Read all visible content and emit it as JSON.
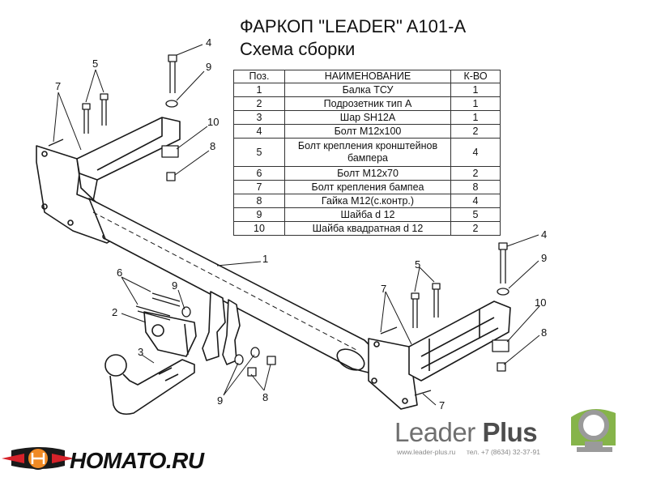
{
  "header": {
    "title": "ФАРКОП \"LEADER\" A101-A",
    "subtitle": "Схема сборки"
  },
  "parts_table": {
    "columns": [
      "Поз.",
      "НАИМЕНОВАНИЕ",
      "К-ВО"
    ],
    "rows": [
      {
        "pos": "1",
        "name": "Балка ТСУ",
        "qty": "1"
      },
      {
        "pos": "2",
        "name": "Подрозетник тип А",
        "qty": "1"
      },
      {
        "pos": "3",
        "name": "Шар SH12A",
        "qty": "1"
      },
      {
        "pos": "4",
        "name": "Болт М12х100",
        "qty": "2"
      },
      {
        "pos": "5",
        "name": "Болт крепления кронштейнов бампера",
        "qty": "4"
      },
      {
        "pos": "6",
        "name": "Болт М12х70",
        "qty": "2"
      },
      {
        "pos": "7",
        "name": "Болт крепления бампеа",
        "qty": "8"
      },
      {
        "pos": "8",
        "name": "Гайка М12(с.контр.)",
        "qty": "4"
      },
      {
        "pos": "9",
        "name": "Шайба d 12",
        "qty": "5"
      },
      {
        "pos": "10",
        "name": "Шайба квадратная d 12",
        "qty": "2"
      }
    ]
  },
  "callouts": [
    "4",
    "9",
    "5",
    "7",
    "10",
    "8",
    "1",
    "6",
    "2",
    "3",
    "4",
    "9",
    "5",
    "7",
    "10",
    "8",
    "9",
    "8",
    "7"
  ],
  "footer": {
    "brand_a": "Leader ",
    "brand_b": "Plus",
    "website": "www.leader-plus.ru",
    "phone": "тел. +7 (8634) 32-37-91",
    "dealer": "HOMATO.RU"
  },
  "colors": {
    "line": "#1a1a1a",
    "brand_gray": "#6f6f6f",
    "logo_green": "#86b44a",
    "logo_gray": "#9a9a9a",
    "dealer_red": "#d6222a",
    "dealer_orange": "#f08a24"
  }
}
